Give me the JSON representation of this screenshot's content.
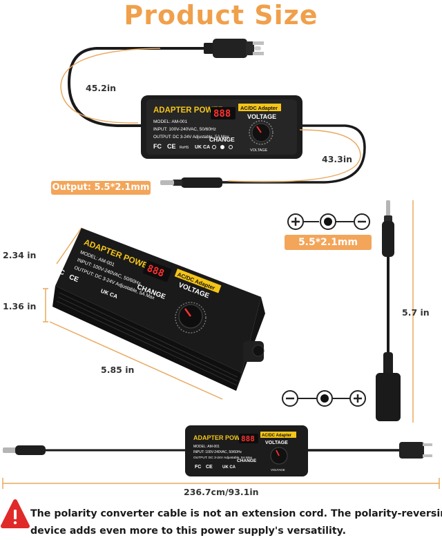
{
  "title": "Product Size",
  "top": {
    "cable_left": "45.2in",
    "cable_right": "43.3in",
    "output_label": "Output: 5.5*2.1mm"
  },
  "adapter": {
    "brand": "ADAPTER POWER",
    "type": "AC/DC Adapter",
    "model": "MODEL: AM-001",
    "input": "INPUT: 100V-240VAC, 50/60Hz",
    "output": "OUTPUT: DC 3-24V Adjustable, 5A Max",
    "voltage": "VOLTAGE",
    "change": "CHANGE",
    "dial_label": "VOLTAGE",
    "display": "888",
    "marks": [
      "FC",
      "CE",
      "RoHS",
      "UK CA"
    ]
  },
  "middle": {
    "length": "5.85 in",
    "width": "2.34 in",
    "height": "1.36 in",
    "connector_label": "5.5*2.1mm",
    "cable_length": "5.7 in"
  },
  "bottom": {
    "total_length": "236.7cm/93.1in"
  },
  "notice": {
    "line1": "The polarity converter cable is not an extension cord. The polarity-reversingc",
    "line2": "device adds even more to this power supply's versatility."
  },
  "colors": {
    "accent": "#f0a04b",
    "pill": "#f3a55a",
    "body": "#1c1c1c",
    "label_yellow": "#f5c518",
    "warning_red": "#e02a2a"
  }
}
